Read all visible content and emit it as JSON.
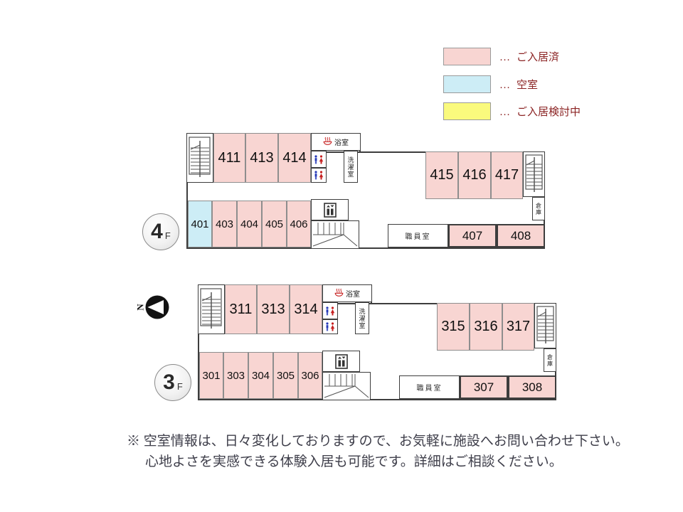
{
  "legend": {
    "separator": "…",
    "text_color": "#8b2323",
    "items": [
      {
        "name": "occupied",
        "label": "ご入居済",
        "color": "#f8d5d2"
      },
      {
        "name": "vacant",
        "label": "空室",
        "color": "#cdedf6"
      },
      {
        "name": "considering",
        "label": "ご入居検討中",
        "color": "#fafa7d"
      }
    ]
  },
  "compass": {
    "label": "N"
  },
  "floors": [
    {
      "badge": {
        "number": "4",
        "suffix": "F"
      },
      "labels": {
        "bath": "浴室",
        "laundry": "洗濯室",
        "storage": "倉庫",
        "staff": "職員室"
      },
      "top_left_rooms": [
        {
          "label": "411",
          "status": "occupied"
        },
        {
          "label": "413",
          "status": "occupied"
        },
        {
          "label": "414",
          "status": "occupied"
        }
      ],
      "top_right_rooms": [
        {
          "label": "415",
          "status": "occupied"
        },
        {
          "label": "416",
          "status": "occupied"
        },
        {
          "label": "417",
          "status": "occupied"
        }
      ],
      "bottom_left_rooms": [
        {
          "label": "401",
          "status": "vacant"
        },
        {
          "label": "403",
          "status": "occupied"
        },
        {
          "label": "404",
          "status": "occupied"
        },
        {
          "label": "405",
          "status": "occupied"
        },
        {
          "label": "406",
          "status": "occupied"
        }
      ],
      "bottom_right_rooms": [
        {
          "label": "407",
          "status": "occupied"
        },
        {
          "label": "408",
          "status": "occupied"
        }
      ]
    },
    {
      "badge": {
        "number": "3",
        "suffix": "F"
      },
      "labels": {
        "bath": "浴室",
        "laundry": "洗濯室",
        "storage": "倉庫",
        "staff": "職員室"
      },
      "top_left_rooms": [
        {
          "label": "311",
          "status": "occupied"
        },
        {
          "label": "313",
          "status": "occupied"
        },
        {
          "label": "314",
          "status": "occupied"
        }
      ],
      "top_right_rooms": [
        {
          "label": "315",
          "status": "occupied"
        },
        {
          "label": "316",
          "status": "occupied"
        },
        {
          "label": "317",
          "status": "occupied"
        }
      ],
      "bottom_left_rooms": [
        {
          "label": "301",
          "status": "occupied"
        },
        {
          "label": "303",
          "status": "occupied"
        },
        {
          "label": "304",
          "status": "occupied"
        },
        {
          "label": "305",
          "status": "occupied"
        },
        {
          "label": "306",
          "status": "occupied"
        }
      ],
      "bottom_right_rooms": [
        {
          "label": "307",
          "status": "occupied"
        },
        {
          "label": "308",
          "status": "occupied"
        }
      ]
    }
  ],
  "footer": {
    "line1": "※ 空室情報は、日々変化しておりますので、お気軽に施設へお問い合わせ下さい。",
    "line2": "心地よさを実感できる体験入居も可能です。詳細はご相談ください。"
  }
}
